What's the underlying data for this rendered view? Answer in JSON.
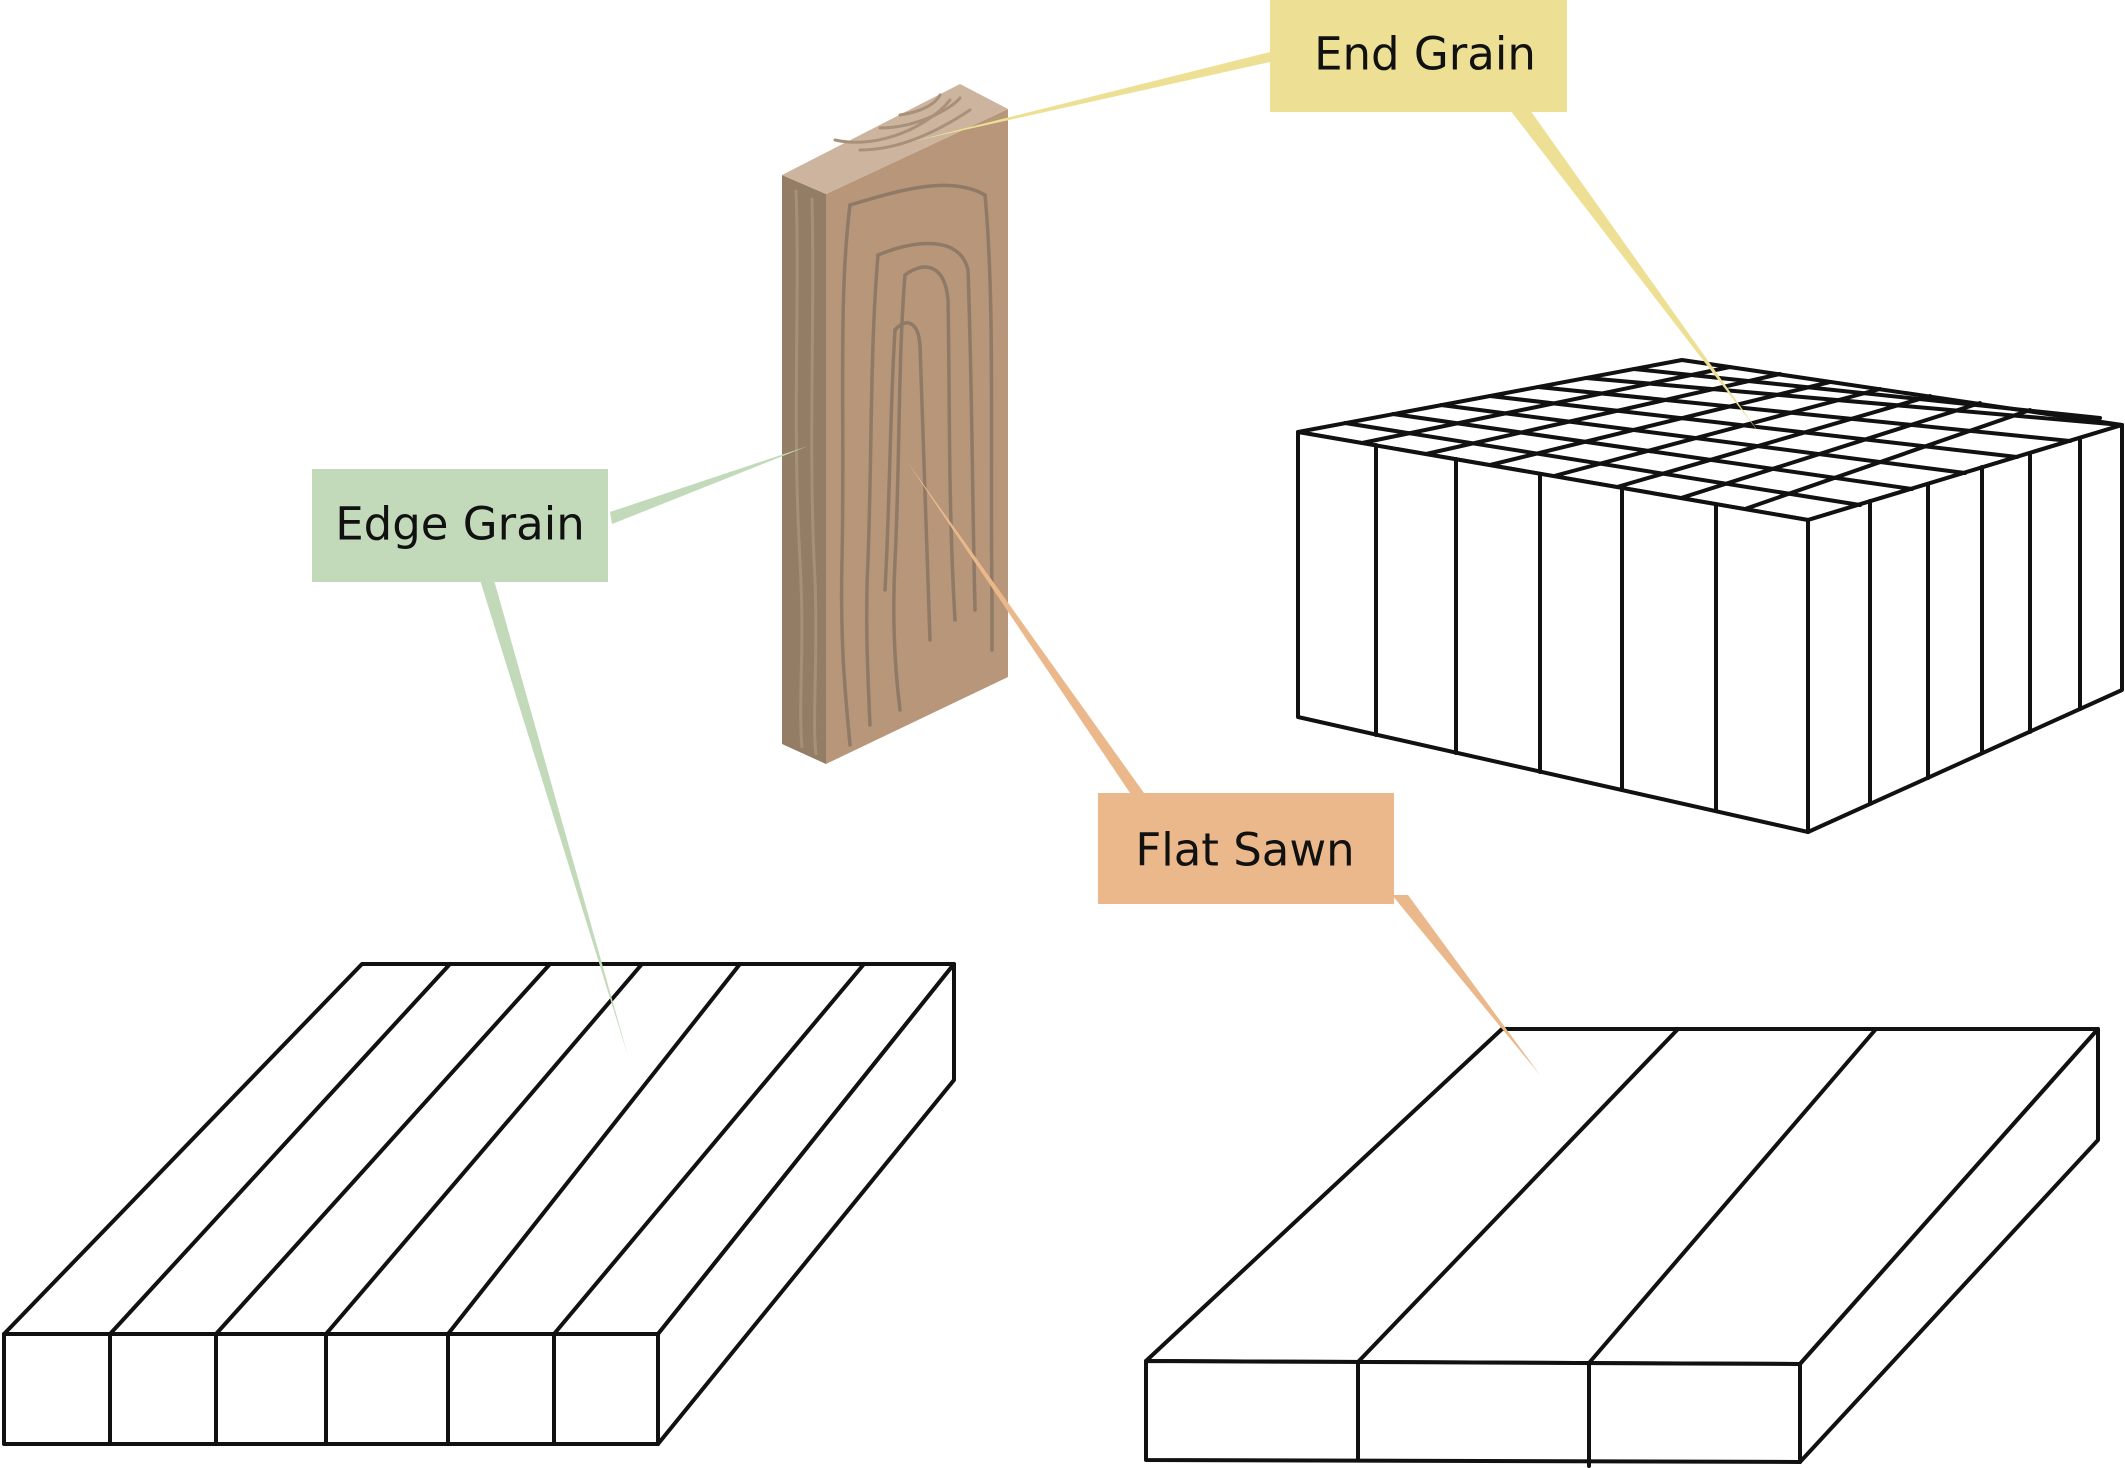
{
  "labels": {
    "end_grain": "End Grain",
    "edge_grain": "Edge Grain",
    "flat_sawn": "Flat Sawn"
  },
  "colors": {
    "end_grain": "#ede095",
    "edge_grain": "#c2dab9",
    "flat_sawn": "#eab88a",
    "wood_front": "#b7967a",
    "wood_side": "#937e65",
    "wood_top": "#cdb49f",
    "wood_grain_lines": "#8e7a66"
  }
}
